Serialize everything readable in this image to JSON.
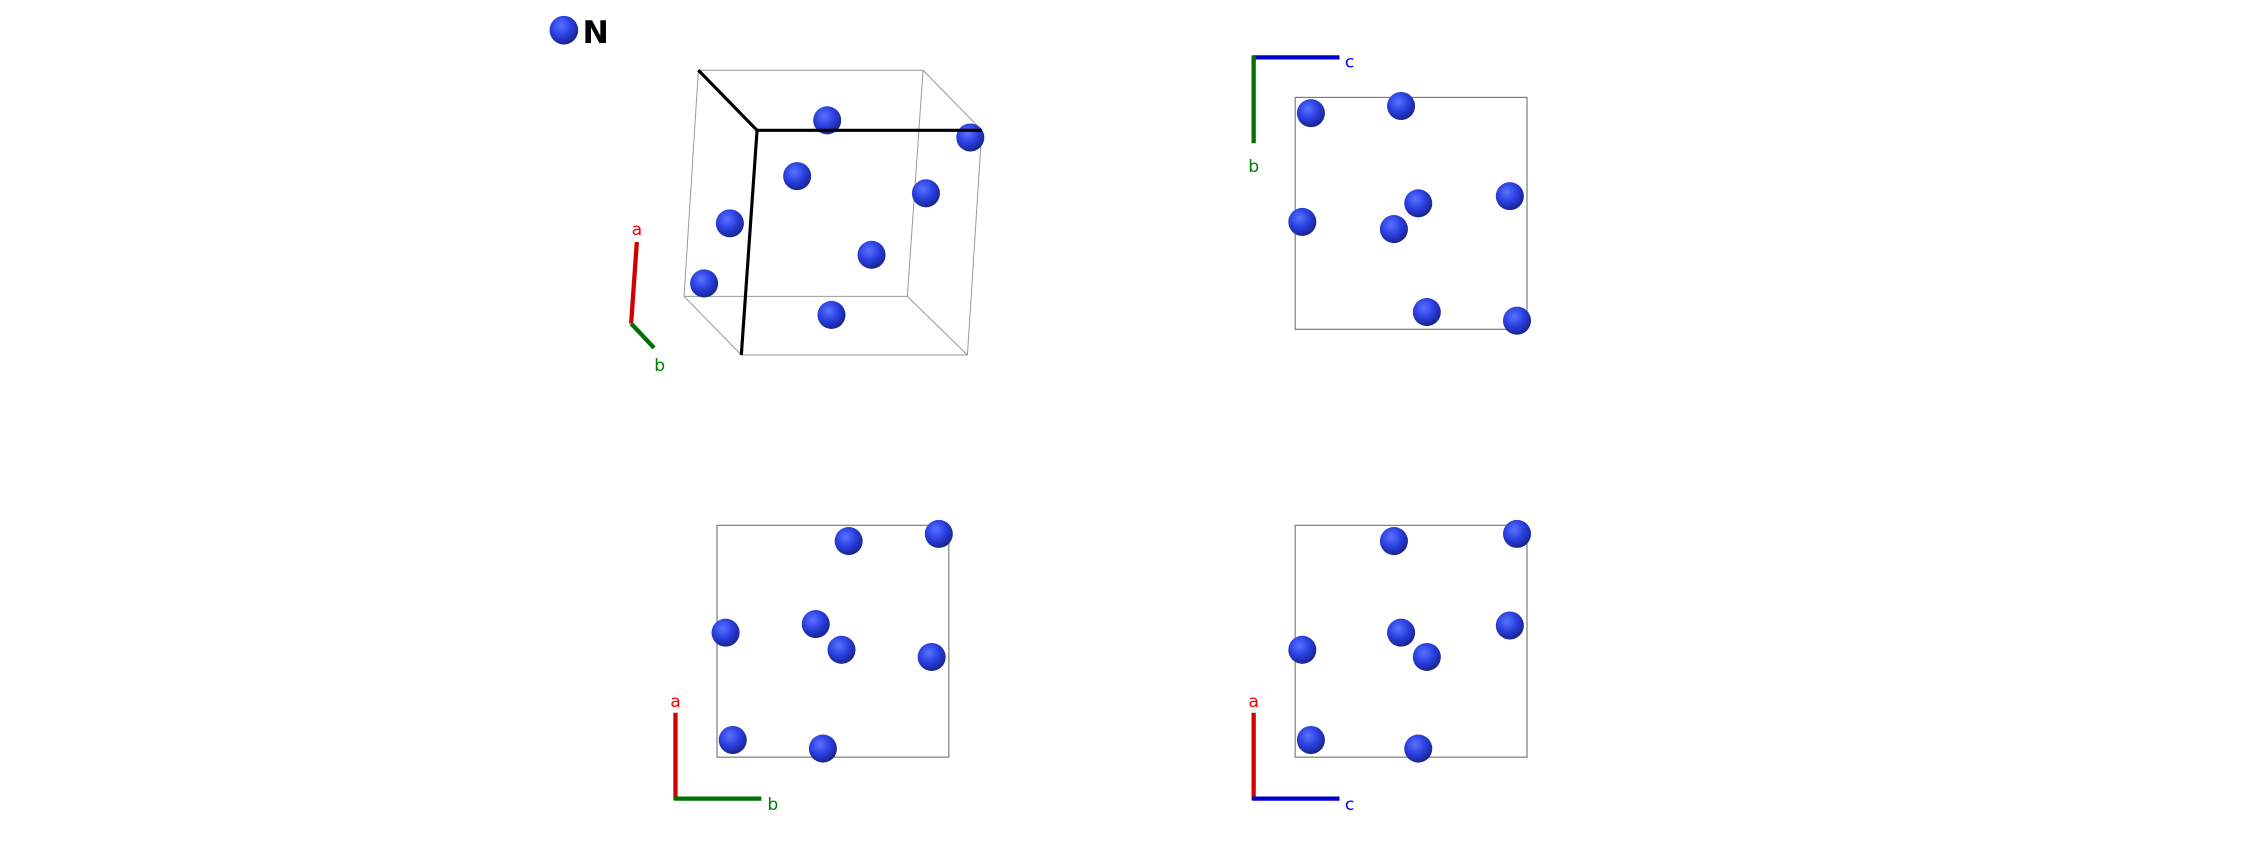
{
  "legend": {
    "element": "N",
    "color": "#2a3fe0"
  },
  "axes": {
    "a": "a",
    "b": "b",
    "c": "c"
  },
  "colors": {
    "a": "#d40000",
    "b": "#007000",
    "c": "#0000d0"
  },
  "views": [
    "perspective",
    "along-a",
    "along-c",
    "along-b"
  ]
}
